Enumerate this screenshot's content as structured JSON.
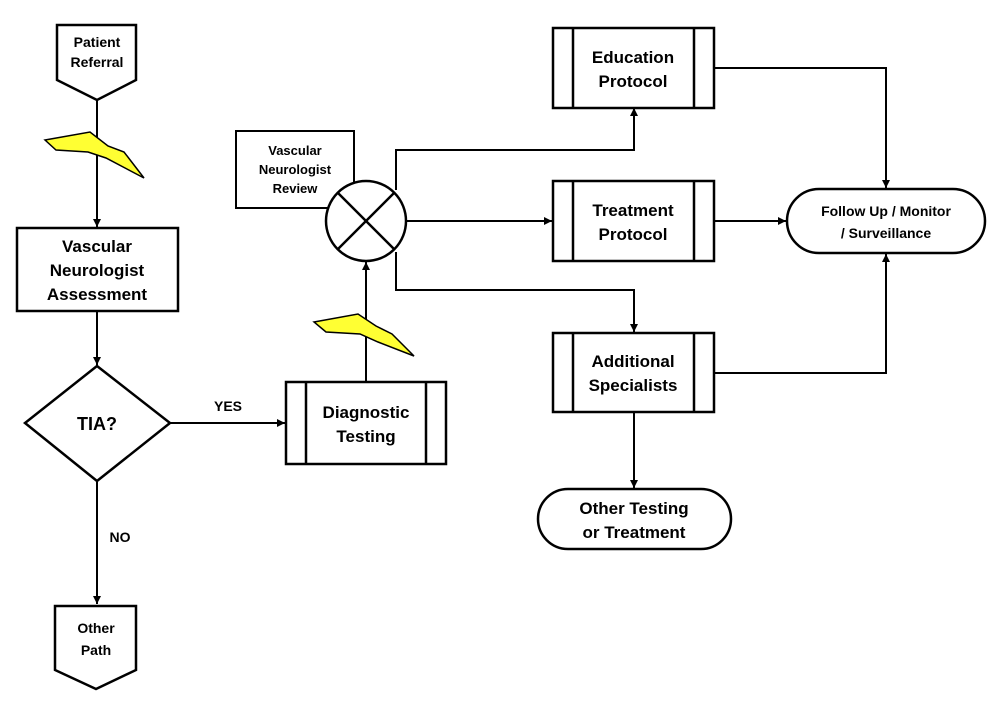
{
  "colors": {
    "stroke": "#000000",
    "fill": "#ffffff",
    "lightning": "#ffff33"
  },
  "nodes": {
    "patient_referral": {
      "line1": "Patient",
      "line2": "Referral"
    },
    "assessment": {
      "line1": "Vascular",
      "line2": "Neurologist",
      "line3": "Assessment"
    },
    "tia": {
      "label": "TIA?"
    },
    "yes_label": "YES",
    "no_label": "NO",
    "other_path": {
      "line1": "Other",
      "line2": "Path"
    },
    "diagnostic": {
      "line1": "Diagnostic",
      "line2": "Testing"
    },
    "review": {
      "line1": "Vascular",
      "line2": "Neurologist",
      "line3": "Review"
    },
    "education": {
      "line1": "Education",
      "line2": "Protocol"
    },
    "treatment": {
      "line1": "Treatment",
      "line2": "Protocol"
    },
    "specialists": {
      "line1": "Additional",
      "line2": "Specialists"
    },
    "follow_up": {
      "line1": "Follow Up / Monitor",
      "line2": "/ Surveillance"
    },
    "other_testing": {
      "line1": "Other Testing",
      "line2": "or Treatment"
    }
  },
  "icons": [
    "lightning-bolt-icon",
    "summing-junction-icon",
    "arrowhead-icon"
  ]
}
